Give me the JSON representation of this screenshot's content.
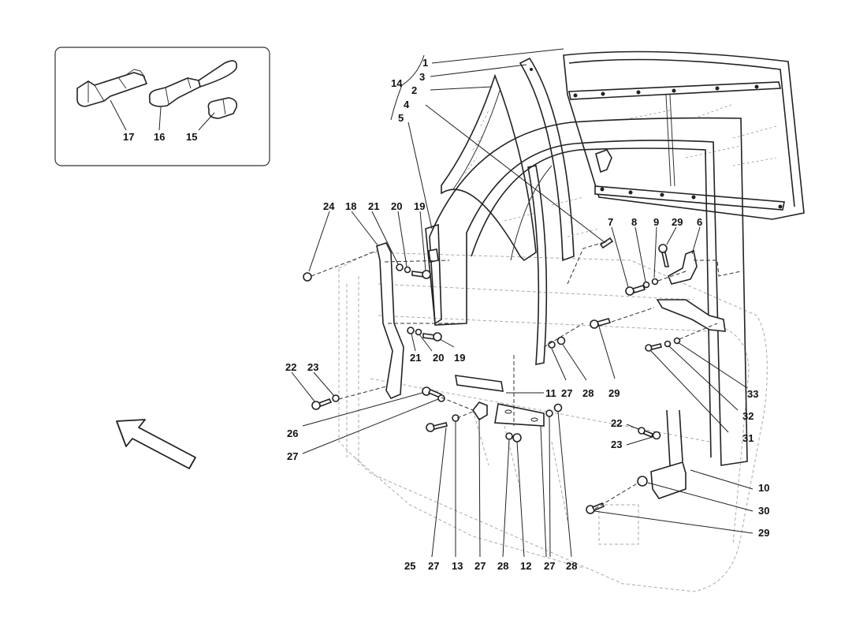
{
  "diagram": {
    "type": "exploded-parts-diagram",
    "subject": "door window frame, glass and mounting hardware",
    "inset": {
      "description": "electrical connectors",
      "parts": [
        {
          "ref": "17",
          "label": "17"
        },
        {
          "ref": "16",
          "label": "16"
        },
        {
          "ref": "15",
          "label": "15"
        }
      ]
    },
    "group_bracket": {
      "label": "14",
      "members": [
        "1",
        "3",
        "2",
        "4",
        "5"
      ]
    },
    "callouts": [
      {
        "id": "c1",
        "label": "1"
      },
      {
        "id": "c3",
        "label": "3"
      },
      {
        "id": "c2",
        "label": "2"
      },
      {
        "id": "c4",
        "label": "4"
      },
      {
        "id": "c5",
        "label": "5"
      },
      {
        "id": "c14",
        "label": "14"
      },
      {
        "id": "c24",
        "label": "24"
      },
      {
        "id": "c18",
        "label": "18"
      },
      {
        "id": "c21a",
        "label": "21"
      },
      {
        "id": "c20a",
        "label": "20"
      },
      {
        "id": "c19a",
        "label": "19"
      },
      {
        "id": "c21b",
        "label": "21"
      },
      {
        "id": "c20b",
        "label": "20"
      },
      {
        "id": "c19b",
        "label": "19"
      },
      {
        "id": "c7",
        "label": "7"
      },
      {
        "id": "c8",
        "label": "8"
      },
      {
        "id": "c9",
        "label": "9"
      },
      {
        "id": "c29a",
        "label": "29"
      },
      {
        "id": "c6",
        "label": "6"
      },
      {
        "id": "c22a",
        "label": "22"
      },
      {
        "id": "c23a",
        "label": "23"
      },
      {
        "id": "c11",
        "label": "11"
      },
      {
        "id": "c27a",
        "label": "27"
      },
      {
        "id": "c28a",
        "label": "28"
      },
      {
        "id": "c29b",
        "label": "29"
      },
      {
        "id": "c33",
        "label": "33"
      },
      {
        "id": "c32",
        "label": "32"
      },
      {
        "id": "c31",
        "label": "31"
      },
      {
        "id": "c26",
        "label": "26"
      },
      {
        "id": "c27b",
        "label": "27"
      },
      {
        "id": "c22b",
        "label": "22"
      },
      {
        "id": "c23b",
        "label": "23"
      },
      {
        "id": "c10",
        "label": "10"
      },
      {
        "id": "c30",
        "label": "30"
      },
      {
        "id": "c29c",
        "label": "29"
      },
      {
        "id": "c25",
        "label": "25"
      },
      {
        "id": "c27c",
        "label": "27"
      },
      {
        "id": "c13",
        "label": "13"
      },
      {
        "id": "c27d",
        "label": "27"
      },
      {
        "id": "c28b",
        "label": "28"
      },
      {
        "id": "c12",
        "label": "12"
      },
      {
        "id": "c27e",
        "label": "27"
      },
      {
        "id": "c28c",
        "label": "28"
      }
    ],
    "direction_arrow": {
      "meaning": "vehicle front / viewing direction"
    }
  }
}
